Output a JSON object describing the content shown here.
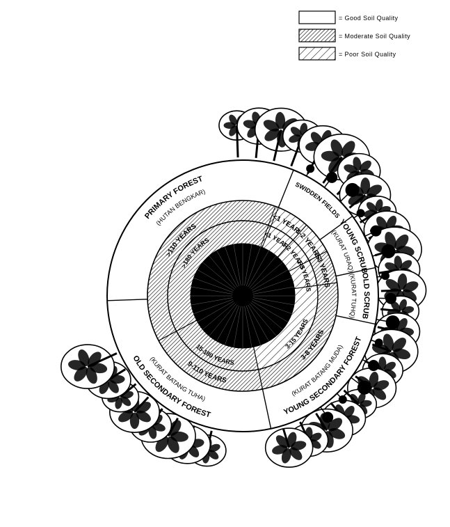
{
  "legend": {
    "items": [
      {
        "label": "= Good Soil Quality",
        "pattern": "none"
      },
      {
        "label": "= Moderate Soil Quality",
        "pattern": "dense-hatch"
      },
      {
        "label": "= Poor Soil Quality",
        "pattern": "sparse-hatch"
      }
    ]
  },
  "outer_ring": [
    {
      "label": "Swidden Fields",
      "sub": ""
    },
    {
      "label": "Young Scrub",
      "sub": "(Kurat Uraq)"
    },
    {
      "label": "Old Scrub",
      "sub": "(Kurat Tuhq)"
    },
    {
      "label": "Young Secondary Forest",
      "sub": "(Kurat Batang Muda)"
    },
    {
      "label": "Old Secondary Forest",
      "sub": "(Kurat Batang Tuha)"
    },
    {
      "label": "Primary Forest",
      "sub": "(Hutan Bengkar)"
    }
  ],
  "middle_ring": [
    {
      "label": "<1 Year"
    },
    {
      "label": "1-2 Years"
    },
    {
      "label": "2-3 Years"
    },
    {
      "label": "3-8 Years"
    },
    {
      "label": "9-110 Years"
    },
    {
      "label": ">110 Years"
    }
  ],
  "inner_ring": [
    {
      "label": "<1 Year"
    },
    {
      "label": "1-2 Years"
    },
    {
      "label": "2-3 Years"
    },
    {
      "label": "3-15 Years"
    },
    {
      "label": "15-180 Years"
    },
    {
      "label": ">180 Years"
    }
  ],
  "colors": {
    "ink": "#000000",
    "paper": "#ffffff"
  }
}
